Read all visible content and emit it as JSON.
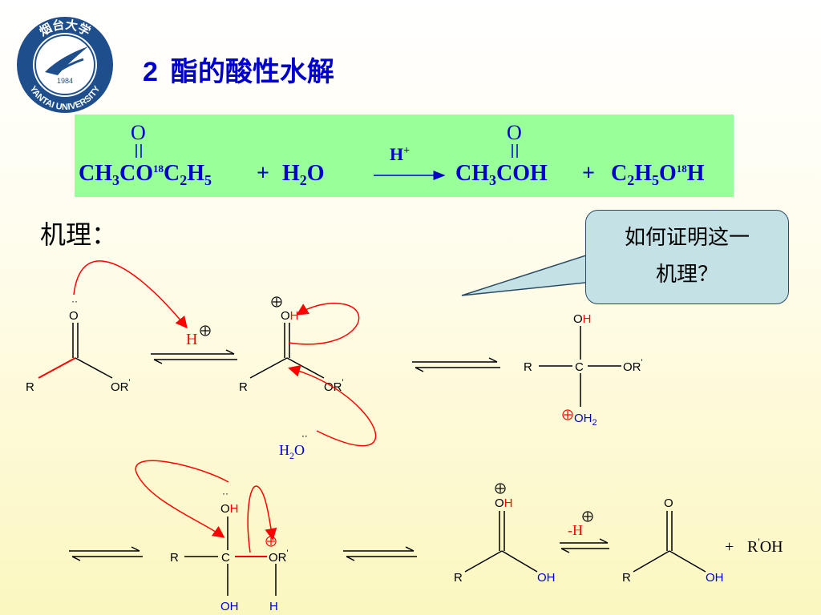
{
  "title": {
    "number": "2",
    "text": "酯的酸性水解"
  },
  "logo": {
    "text_top": "烟台大学",
    "text_bottom": "YANTAI UNIVERSITY",
    "year": "1984"
  },
  "equation": {
    "reactant_1": "CH3CO18C2H5",
    "plus_1": "+",
    "reactant_2": "H2O",
    "catalyst": "H+",
    "product_1": "CH3COH",
    "plus_2": "+",
    "product_2": "C2H5O18H",
    "carbonyl_o": "O"
  },
  "mechanism_label": "机理：",
  "callout": {
    "line1": "如何证明这一",
    "line2": "机理？"
  },
  "labels": {
    "R": "R",
    "OR_prime": "OR",
    "prime": "'",
    "O": "O",
    "H": "H",
    "C": "C",
    "OH": "OH",
    "OH2": "OH",
    "sub2": "2",
    "H2O": "H",
    "plus": "+",
    "minus_H": "-H",
    "ROH": "R",
    "ROH_tail": "OH"
  },
  "colors": {
    "title": "#0000cc",
    "accent": "#ff0000",
    "equation_bg": "#99ff99",
    "callout_bg": "#c4e2e6",
    "formula": "#0000cc"
  }
}
